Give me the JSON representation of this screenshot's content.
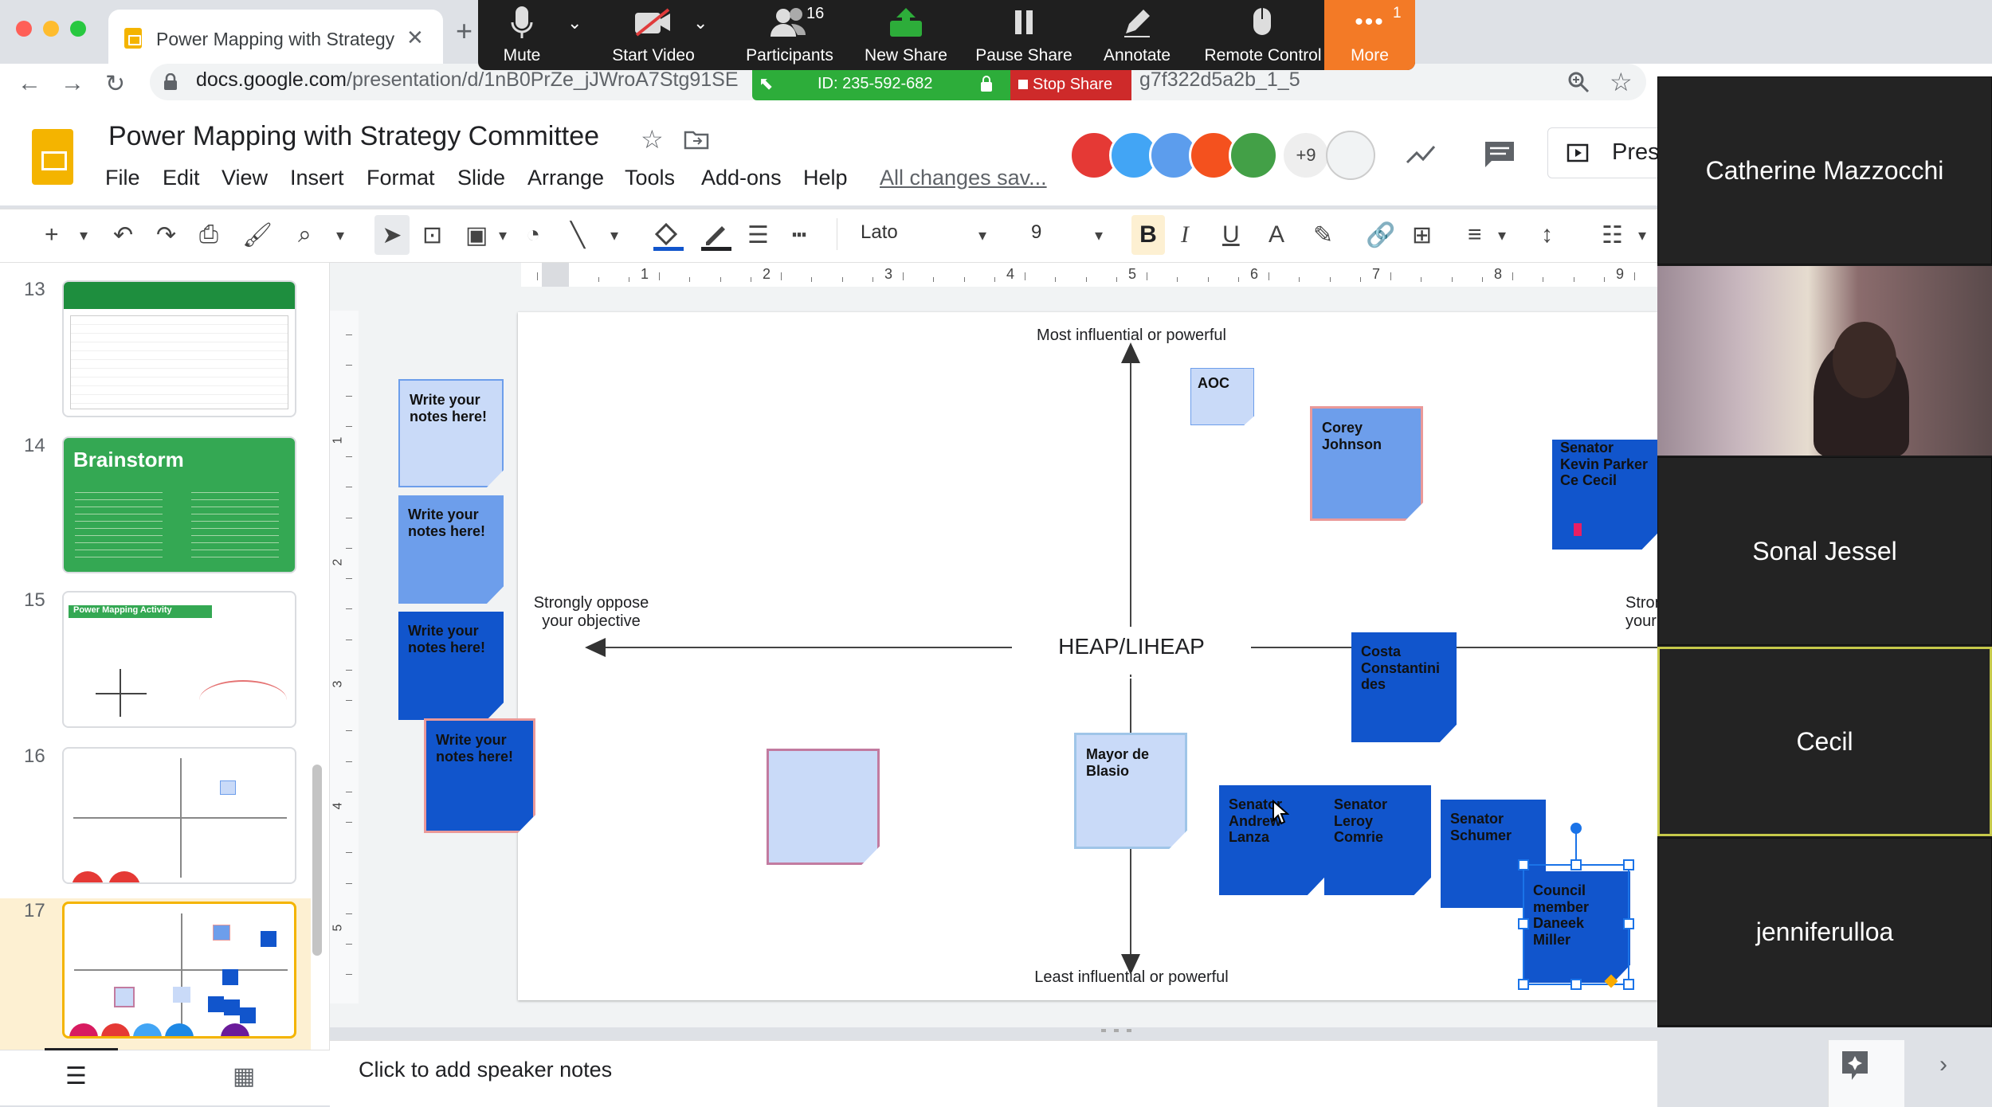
{
  "browser": {
    "tab_title": "Power Mapping with Strategy C",
    "url_main": "docs.google.com",
    "url_path": "/presentation/d/1nB0PrZe_jJWroA7Stg91SE",
    "url_tail": "g7f322d5a2b_1_5"
  },
  "zoom": {
    "mute": "Mute",
    "start_video": "Start Video",
    "participants": "Participants",
    "participants_count": "16",
    "new_share": "New Share",
    "pause_share": "Pause Share",
    "annotate": "Annotate",
    "remote_control": "Remote Control",
    "more": "More",
    "more_badge": "1",
    "meeting_id": "ID: 235-592-682",
    "stop_share": "Stop Share"
  },
  "doc": {
    "title": "Power Mapping with Strategy Committee",
    "menu": [
      "File",
      "Edit",
      "View",
      "Insert",
      "Format",
      "Slide",
      "Arrange",
      "Tools",
      "Add-ons",
      "Help"
    ],
    "saved": "All changes sav...",
    "more_collaborators": "+9",
    "present": "Pres"
  },
  "toolbar": {
    "font": "Lato",
    "size": "9",
    "bold": "B",
    "italic": "I",
    "underline": "U",
    "textcolor": "A"
  },
  "ruler": {
    "top": [
      "1",
      "2",
      "3",
      "4",
      "5",
      "6",
      "7",
      "8",
      "9"
    ],
    "left": [
      "1",
      "2",
      "3",
      "4",
      "5"
    ]
  },
  "filmstrip": {
    "slides": [
      {
        "num": "13"
      },
      {
        "num": "14",
        "title": "Brainstorm"
      },
      {
        "num": "15",
        "title": "Power Mapping Activity"
      },
      {
        "num": "16"
      },
      {
        "num": "17"
      }
    ]
  },
  "slide": {
    "top_label": "Most influential or powerful",
    "bottom_label": "Least  influential or powerful",
    "left_label": "Strongly oppose\nyour objective",
    "right_label": "Strong\nyour",
    "center_label": "HEAP/LIHEAP",
    "notes": [
      "Write your notes here!",
      "Write your notes here!",
      "Write your notes here!",
      "Write your notes here!"
    ],
    "aoc": "AOC",
    "corey": "Corey Johnson",
    "kevin": "Senator Kevin Parker Ce Cecil",
    "costa": "Costa Constantini des",
    "mayor": "Mayor de Blasio",
    "lanza": "Senator Andrew Lanza",
    "comrie": "Senator Leroy Comrie",
    "schumer": "Senator Schumer",
    "miller": "Council member Daneek Miller"
  },
  "speaker_notes": "Click to add speaker notes",
  "participants": {
    "p1": "Catherine Mazzocchi",
    "p3": "Sonal Jessel",
    "p4": "Cecil",
    "p5": "jenniferulloa"
  },
  "colors": {
    "light_blue": "#c9daf8",
    "mid_blue": "#6d9eeb",
    "dark_blue": "#1155cc",
    "zoom_bar": "#1f1f1f",
    "zoom_more": "#f37a26",
    "meeting_green": "#2dad3a",
    "stop_red": "#ce2a2a"
  }
}
